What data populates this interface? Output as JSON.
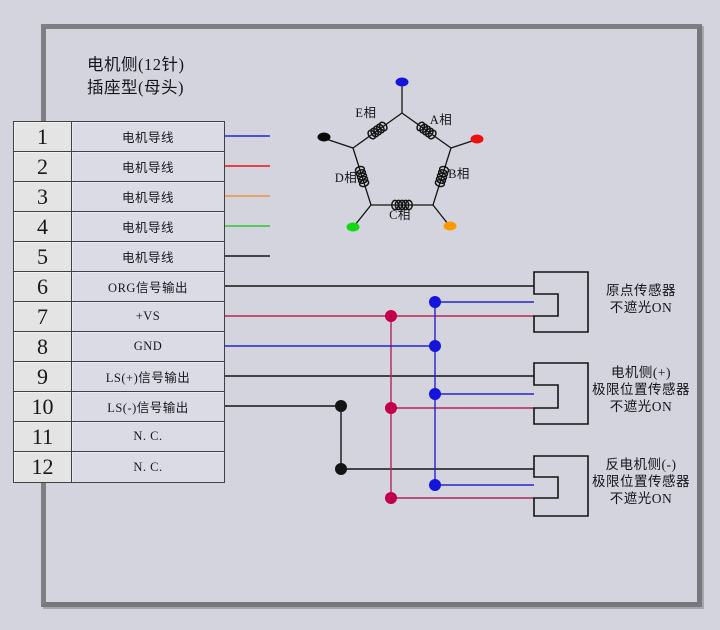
{
  "header": {
    "line1": "电机侧(12针)",
    "line2": "插座型(母头)"
  },
  "connector_table": {
    "rows": [
      {
        "pin": "1",
        "label": "电机导线",
        "wire_color": "#2424cc"
      },
      {
        "pin": "2",
        "label": "电机导线",
        "wire_color": "#ee1111"
      },
      {
        "pin": "3",
        "label": "电机导线",
        "wire_color": "#f09040"
      },
      {
        "pin": "4",
        "label": "电机导线",
        "wire_color": "#2ec52e"
      },
      {
        "pin": "5",
        "label": "电机导线",
        "wire_color": "#141414"
      },
      {
        "pin": "6",
        "label": "ORG信号输出",
        "wire_color": "#141414"
      },
      {
        "pin": "7",
        "label": "+VS",
        "wire_color": "#bc5276"
      },
      {
        "pin": "8",
        "label": "GND",
        "wire_color": "#2424cc"
      },
      {
        "pin": "9",
        "label": "LS(+)信号输出",
        "wire_color": "#141414"
      },
      {
        "pin": "10",
        "label": "LS(-)信号输出",
        "wire_color": "#141414"
      },
      {
        "pin": "11",
        "label": "N. C.",
        "wire_color": ""
      },
      {
        "pin": "12",
        "label": "N. C.",
        "wire_color": ""
      }
    ]
  },
  "motor_diagram": {
    "phases": {
      "a": "A相",
      "b": "B相",
      "c": "C相",
      "d": "D相",
      "e": "E相"
    },
    "lead_dot_colors": {
      "top_blue": "#1414dd",
      "right_red": "#ee0e0e",
      "bottom_right_orange": "#ff9900",
      "bottom_left_green": "#12d812",
      "left_black": "#0a0a0a"
    }
  },
  "sensors": [
    {
      "lines": [
        "原点传感器",
        "不遮光ON"
      ]
    },
    {
      "lines": [
        "电机侧(+)",
        "极限位置传感器",
        "不遮光ON"
      ]
    },
    {
      "lines": [
        "反电机侧(-)",
        "极限位置传感器",
        "不遮光ON"
      ]
    }
  ],
  "colors": {
    "background": "#d3d4dd",
    "frame": "#7e7e83",
    "table_number_bg": "#e4e4e4",
    "table_label_bg": "#dadbe4",
    "table_border": "#3f4146",
    "text": "#15151a",
    "black": "#141414",
    "blue": "#2424cc",
    "blue_dot": "#1414dd",
    "red": "#ee1111",
    "orange": "#f09040",
    "green": "#2ec52e",
    "pink_vs_line": "#bc5276",
    "crimson": "#b3235c",
    "crimson_dot": "#c2004a"
  }
}
